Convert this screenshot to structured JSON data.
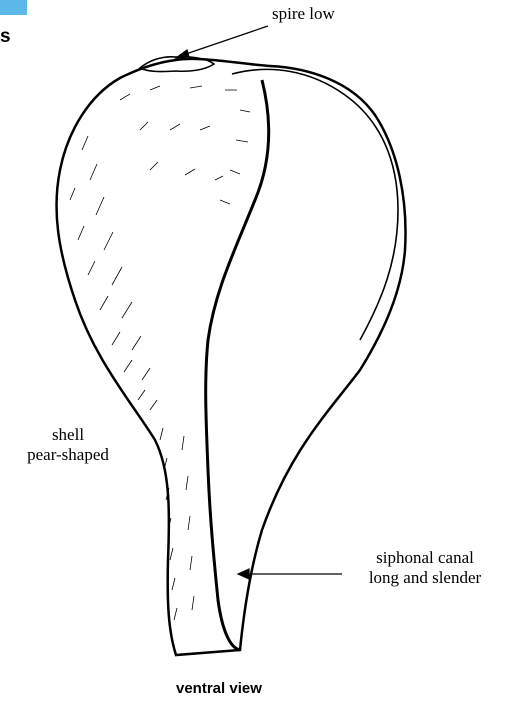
{
  "corner": {
    "tab_color": "#5bb8e8",
    "text": "s"
  },
  "labels": {
    "spire": "spire low",
    "shell_line1": "shell",
    "shell_line2": "pear-shaped",
    "canal_line1": "siphonal canal",
    "canal_line2": "long and slender"
  },
  "caption": "ventral view"
}
